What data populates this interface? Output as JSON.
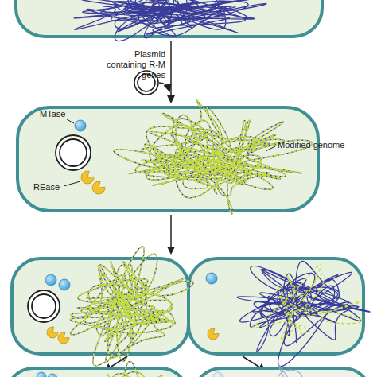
{
  "diagram": {
    "labels": [
      "Plasmid containing R-M genes",
      "MTase",
      "Modified genome",
      "REase"
    ]
  }
}
